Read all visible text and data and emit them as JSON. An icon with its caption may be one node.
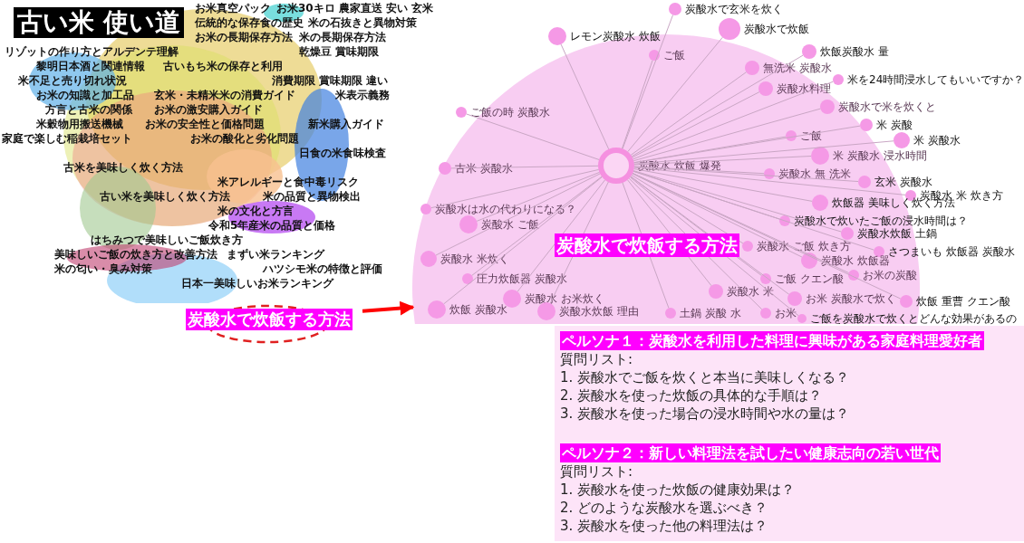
{
  "diagram": {
    "title": "古い米 使い道",
    "nodes": [
      {
        "text": [
          "炭酸水で炊飯する方法"
        ]
      },
      {
        "text": [
          "炭酸水で炊飯する方法"
        ]
      },
      {
        "text": [],
        "shape": "circle",
        "in": 1,
        "beside": [
          "炭酸水 炊飯 爆発"
        ]
      },
      {
        "text": [],
        "shape": "circle",
        "beside": [
          "炭酸水で玄米を炊く"
        ]
      },
      {
        "text": [],
        "shape": "circle",
        "beside": [
          "炭酸水で炊飯"
        ]
      },
      {
        "text": [],
        "shape": "circle",
        "beside": [
          "レモン炭酸水 炊飯"
        ]
      },
      {
        "text": [],
        "shape": "circle",
        "in": 1,
        "beside": [
          "ご飯"
        ]
      },
      {
        "text": [],
        "shape": "circle",
        "in": 1,
        "beside": [
          "炊飯炭酸水 量"
        ]
      },
      {
        "text": [],
        "shape": "circle",
        "in": 1,
        "beside": [
          "無洗米 炭酸水"
        ]
      },
      {
        "text": [],
        "shape": "circle",
        "in": 1,
        "beside": [
          "米を24時間浸水してもいいですか？"
        ]
      },
      {
        "text": [],
        "shape": "circle",
        "in": 1,
        "beside": [
          "炭酸水料理"
        ]
      },
      {
        "text": [],
        "shape": "circle",
        "in": 1,
        "beside": [
          "炭酸水で米を炊くと"
        ]
      },
      {
        "text": [],
        "shape": "circle",
        "in": 1,
        "beside": [
          "ご飯の時 炭酸水"
        ]
      },
      {
        "text": [],
        "shape": "circle",
        "in": 1,
        "beside": [
          "米 炭酸"
        ]
      },
      {
        "text": [],
        "shape": "circle",
        "in": 1,
        "beside": [
          "ご飯"
        ]
      },
      {
        "text": [],
        "shape": "circle",
        "in": 1,
        "beside": [
          "米 炭酸水"
        ]
      },
      {
        "text": [],
        "shape": "circle",
        "in": 1,
        "beside": [
          "米 炭酸水 浸水時間"
        ]
      },
      {
        "text": [],
        "shape": "circle",
        "in": 1,
        "beside": [
          "炭酸水 無 洗米"
        ]
      },
      {
        "text": [],
        "shape": "circle",
        "in": 1,
        "beside": [
          "古米 炭酸水"
        ]
      },
      {
        "text": [],
        "shape": "circle",
        "in": 1,
        "beside": [
          "玄米 炭酸水"
        ]
      },
      {
        "text": [],
        "shape": "circle",
        "in": 1,
        "beside": [
          "炭酸水 米 炊き方"
        ]
      },
      {
        "text": [],
        "shape": "circle",
        "in": 1,
        "beside": [
          "炊飯器 美味しく炊く方法"
        ]
      },
      {
        "text": [],
        "shape": "circle",
        "in": 1,
        "beside": [
          "炭酸水で炊いたご飯の浸水時間は？"
        ]
      },
      {
        "text": [],
        "shape": "circle",
        "in": 1,
        "beside": [
          "炭酸水は水の代わりになる？"
        ]
      },
      {
        "text": [],
        "shape": "circle",
        "in": 1,
        "beside": [
          "炭酸水 ご飯"
        ]
      },
      {
        "text": [],
        "shape": "circle",
        "in": 1,
        "beside": [
          "炭酸水炊飯 土鍋"
        ]
      },
      {
        "text": [],
        "shape": "circle",
        "in": 1,
        "beside": [
          "さつまいも 炊飯器 炭酸水"
        ]
      },
      {
        "text": [],
        "shape": "circle",
        "in": 1,
        "beside": [
          "炭酸水 ご飯 炊き方"
        ]
      },
      {
        "text": [],
        "shape": "circle",
        "in": 1,
        "beside": [
          "炭酸水 米炊く"
        ]
      },
      {
        "text": [],
        "shape": "circle",
        "in": 1,
        "beside": [
          "圧力炊飯器 炭酸水"
        ]
      },
      {
        "text": [],
        "shape": "circle",
        "in": 1,
        "beside": [
          "炭酸水 炊飯器"
        ]
      },
      {
        "text": [],
        "shape": "circle",
        "in": 1,
        "beside": [
          "お米の炭酸"
        ]
      },
      {
        "text": [],
        "shape": "circle",
        "in": 1,
        "beside": [
          "ご飯 クエン酸"
        ]
      },
      {
        "text": [],
        "shape": "circle",
        "in": 1,
        "beside": [
          "炊飯 重曹 クエン酸"
        ]
      },
      {
        "text": [],
        "shape": "circle",
        "in": 1,
        "beside": [
          "炭酸水 米"
        ]
      },
      {
        "text": [],
        "shape": "circle",
        "in": 1,
        "beside": [
          "炭酸水 お米炊く"
        ]
      },
      {
        "text": [],
        "shape": "circle",
        "in": 1,
        "beside": [
          "お米 炭酸水で炊く"
        ]
      },
      {
        "text": [],
        "shape": "circle",
        "in": 1,
        "beside": [
          "炊飯 炭酸水"
        ]
      },
      {
        "text": [],
        "shape": "circle",
        "in": 1,
        "beside": [
          "土鍋 炭酸 水"
        ]
      },
      {
        "text": [],
        "shape": "circle",
        "in": 1,
        "beside": [
          "お米"
        ]
      },
      {
        "text": [],
        "shape": "circle",
        "in": 1,
        "beside": [
          "炭酸水炊飯 理由"
        ]
      },
      {
        "text": [],
        "shape": "circle",
        "in": 1,
        "beside": [
          "ご飯を炭酸水で炊くとどんな効果があるの"
        ]
      },
      {
        "text": [],
        "shape": "box"
      },
      {
        "text": [
          "ペルソナ１：炭酸水を利用した料理に興味がある家庭料理愛好者",
          "質問リスト:",
          "1. 炭酸水でご飯を炊くと本当に美味しくなる？",
          "2. 炭酸水を使った炊飯の具体的な手順は？",
          "3. 炭酸水を使った場合の浸水時間や水の量は？"
        ],
        "in": 42
      },
      {
        "text": [
          "ペルソナ２：新しい料理法を試したい健康志向の若い世代",
          "質問リスト:",
          "1. 炭酸水を使った炊飯の健康効果は？",
          "2. どのような炭酸水を選ぶべき？",
          "3. 炭酸水を使った他の料理法は？"
        ],
        "in": 42
      }
    ],
    "edges": [
      {
        "from": 0,
        "to": 1,
        "arrow": "to",
        "style": "thick",
        "color": "#ff0000"
      },
      {
        "from": 2,
        "to": 3,
        "arrow": "none"
      },
      {
        "from": 2,
        "to": 4,
        "arrow": "none"
      },
      {
        "from": 2,
        "to": 5,
        "arrow": "none"
      },
      {
        "from": 2,
        "to": 6,
        "arrow": "none"
      },
      {
        "from": 2,
        "to": 7,
        "arrow": "none"
      },
      {
        "from": 2,
        "to": 8,
        "arrow": "none"
      },
      {
        "from": 2,
        "to": 9,
        "arrow": "none"
      },
      {
        "from": 2,
        "to": 10,
        "arrow": "none"
      },
      {
        "from": 2,
        "to": 11,
        "arrow": "none"
      },
      {
        "from": 2,
        "to": 12,
        "arrow": "none"
      },
      {
        "from": 2,
        "to": 13,
        "arrow": "none"
      },
      {
        "from": 2,
        "to": 14,
        "arrow": "none"
      },
      {
        "from": 2,
        "to": 15,
        "arrow": "none"
      },
      {
        "from": 2,
        "to": 16,
        "arrow": "none"
      },
      {
        "from": 2,
        "to": 17,
        "arrow": "none"
      },
      {
        "from": 2,
        "to": 18,
        "arrow": "none"
      },
      {
        "from": 2,
        "to": 19,
        "arrow": "none"
      },
      {
        "from": 2,
        "to": 20,
        "arrow": "none"
      },
      {
        "from": 2,
        "to": 21,
        "arrow": "none"
      },
      {
        "from": 2,
        "to": 22,
        "arrow": "none"
      },
      {
        "from": 2,
        "to": 23,
        "arrow": "none"
      },
      {
        "from": 2,
        "to": 24,
        "arrow": "none"
      },
      {
        "from": 2,
        "to": 25,
        "arrow": "none"
      },
      {
        "from": 2,
        "to": 26,
        "arrow": "none"
      },
      {
        "from": 2,
        "to": 27,
        "arrow": "none"
      },
      {
        "from": 2,
        "to": 28,
        "arrow": "none"
      },
      {
        "from": 2,
        "to": 29,
        "arrow": "none"
      },
      {
        "from": 2,
        "to": 30,
        "arrow": "none"
      },
      {
        "from": 2,
        "to": 31,
        "arrow": "none"
      },
      {
        "from": 2,
        "to": 32,
        "arrow": "none"
      },
      {
        "from": 2,
        "to": 33,
        "arrow": "none"
      },
      {
        "from": 2,
        "to": 34,
        "arrow": "none"
      },
      {
        "from": 2,
        "to": 35,
        "arrow": "none"
      },
      {
        "from": 2,
        "to": 36,
        "arrow": "none"
      },
      {
        "from": 2,
        "to": 37,
        "arrow": "none"
      },
      {
        "from": 2,
        "to": 38,
        "arrow": "none"
      },
      {
        "from": 2,
        "to": 39,
        "arrow": "none"
      },
      {
        "from": 2,
        "to": 40,
        "arrow": "none"
      },
      {
        "from": 2,
        "to": 41,
        "arrow": "none"
      }
    ],
    "labels": [
      "お米真空パック",
      "伝統的な保存食の歴史",
      "お米30キロ 農家直送 安い 玄米",
      "米の石抜きと異物対策",
      "リゾットの作り方とアルデンテ理解",
      "米の長期保存方法",
      "お米の長期保存方法",
      "乾燥豆 賞味期限",
      "黎明日本酒と関連情報",
      "米不足と売り切れ状況",
      "古いもち米の保存と利用",
      "消費期限 賞味期限 違い",
      "お米の知識と加工品",
      "方言と古米の関係",
      "玄米・未精米米の消費ガイド",
      "米穀物用搬送機械",
      "米表示義務",
      "お米の激安購入ガイド",
      "家庭で楽しむ稲栽培セット",
      "お米の安全性と価格問題",
      "新米購入ガイド",
      "お米の酸化と劣化問題",
      "日食の米食味検査",
      "古米を美味しく炊く方法",
      "米アレルギーと食中毒リスク",
      "古い米を美味しく炊く方法",
      "米の品質と異物検出",
      "米の文化と方言",
      "令和5年産米の品質と価格",
      "はちみつで美味しいご飯炊き方",
      "美味しいご飯の炊き方と改善方法",
      "まずい米ランキング",
      "ハツシモ米の特徴と評価",
      "米の匂い・臭み対策",
      "日本一美味しいお米ランキング"
    ]
  }
}
